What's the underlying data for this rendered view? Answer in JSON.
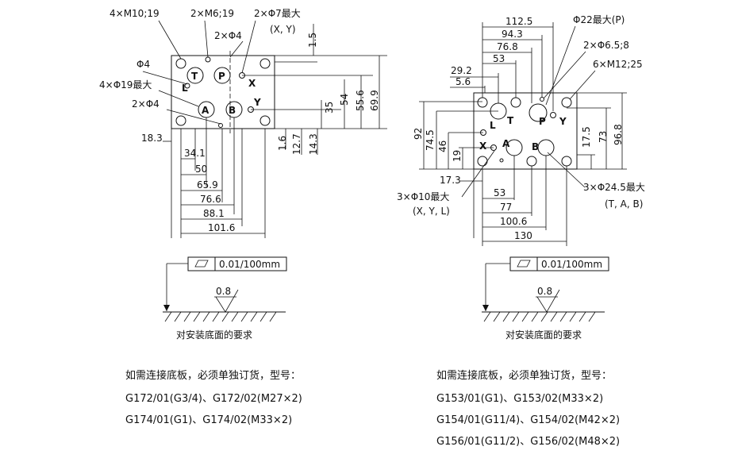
{
  "left": {
    "labels_top": [
      "4×M10;19",
      "2×M6;19",
      "2×Φ7最大",
      "(X, Y)",
      "2×Φ4"
    ],
    "labels_left": [
      "Φ4",
      "4×Φ19最大",
      "2×Φ4"
    ],
    "ports": [
      "T",
      "P",
      "L",
      "X",
      "A",
      "B",
      "Y"
    ],
    "dims_right": [
      "1.5",
      "69.9",
      "55.6",
      "54",
      "35"
    ],
    "dims_bottom_v": [
      "1.6",
      "12.7",
      "14.3"
    ],
    "dims_h": [
      "18.3",
      "34.1",
      "50",
      "65.9",
      "76.6",
      "88.1",
      "101.6"
    ],
    "flatness": "0.01/100mm",
    "roughness": "0.8",
    "caption": "对安装底面的要求",
    "order_title": "如需连接底板，必须单独订货，型号：",
    "order_lines": [
      "G172/01(G3/4)、G172/02(M27×2)",
      "G174/01(G1)、G174/02(M33×2)"
    ]
  },
  "right": {
    "labels_top": [
      "Φ22最大(P)",
      "2×Φ6.5;8",
      "6×M12;25"
    ],
    "dims_top": [
      "112.5",
      "94.3",
      "76.8",
      "53",
      "29.2",
      "5.6"
    ],
    "ports": [
      "L",
      "T",
      "P",
      "Y",
      "X",
      "A",
      "B"
    ],
    "dims_left_v": [
      "92",
      "74.5",
      "46",
      "19"
    ],
    "dims_right_v": [
      "17.5",
      "73",
      "96.8"
    ],
    "dims_h": [
      "17.3",
      "53",
      "77",
      "100.6",
      "130"
    ],
    "label_xyl": "3×Φ10最大",
    "label_xyl_sub": "(X, Y, L)",
    "label_tab": "3×Φ24.5最大",
    "label_tab_sub": "(T, A, B)",
    "flatness": "0.01/100mm",
    "roughness": "0.8",
    "caption": "对安装底面的要求",
    "order_title": "如需连接底板，必须单独订货，型号：",
    "order_lines": [
      "G153/01(G1)、G153/02(M33×2)",
      "G154/01(G11/4)、G154/02(M42×2)",
      "G156/01(G11/2)、G156/02(M48×2)"
    ]
  }
}
